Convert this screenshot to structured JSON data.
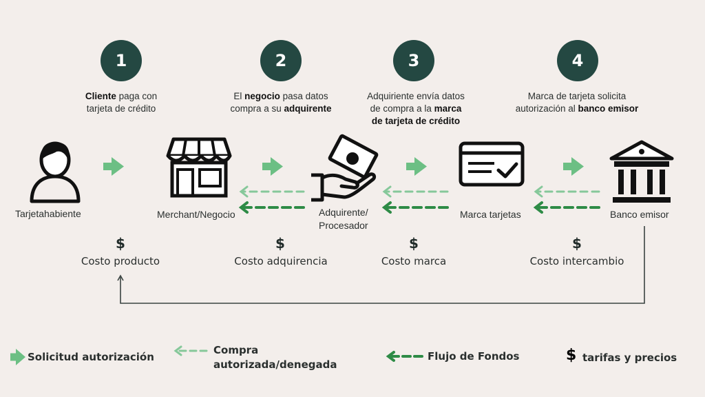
{
  "steps": [
    {
      "number": "1",
      "parts": [
        {
          "text": "Cliente",
          "bold": true
        },
        {
          "text": " paga con",
          "bold": false
        },
        {
          "br": true
        },
        {
          "text": "tarjeta de crédito",
          "bold": false
        }
      ]
    },
    {
      "number": "2",
      "parts": [
        {
          "text": "El ",
          "bold": false
        },
        {
          "text": "negocio",
          "bold": true
        },
        {
          "text": " pasa datos",
          "bold": false
        },
        {
          "br": true
        },
        {
          "text": "compra a su ",
          "bold": false
        },
        {
          "text": "adquirente",
          "bold": true
        }
      ]
    },
    {
      "number": "3",
      "parts": [
        {
          "text": "Adquiriente envía datos",
          "bold": false
        },
        {
          "br": true
        },
        {
          "text": "de compra a la ",
          "bold": false
        },
        {
          "text": "marca",
          "bold": true
        },
        {
          "br": true
        },
        {
          "text": "de tarjeta de crédito",
          "bold": true
        }
      ]
    },
    {
      "number": "4",
      "parts": [
        {
          "text": "Marca de tarjeta solicita",
          "bold": false
        },
        {
          "br": true
        },
        {
          "text": "autorización al ",
          "bold": false
        },
        {
          "text": "banco emisor",
          "bold": true
        }
      ]
    }
  ],
  "actors": {
    "cardholder": "Tarjetahabiente",
    "merchant": "Merchant/Negocio",
    "acquirer_line1": "Adquirente/",
    "acquirer_line2": "Procesador",
    "brand": "Marca tarjetas",
    "issuer": "Banco emisor"
  },
  "icons": {
    "cardholder": "person-icon",
    "merchant": "storefront-icon",
    "acquirer": "hand-money-icon",
    "brand": "credit-card-check-icon",
    "issuer": "bank-building-icon"
  },
  "costs": [
    {
      "symbol": "$",
      "label": "Costo producto"
    },
    {
      "symbol": "$",
      "label": "Costo adquirencia"
    },
    {
      "symbol": "$",
      "label": "Costo marca"
    },
    {
      "symbol": "$",
      "label": "Costo intercambio"
    }
  ],
  "legend": {
    "authorization_request": "Solicitud autorización",
    "authorized_line1": "Compra",
    "authorized_line2": "autorizada/denegada",
    "funds_flow": "Flujo de Fondos",
    "fee_symbol": "$",
    "fees": "tarifas y precios"
  },
  "colors": {
    "background": "#f3eeeb",
    "step_circle": "#244842",
    "request_arrow": "#6cbf84",
    "authorized_arrow": "#86c89a",
    "funds_arrow": "#2e8b46",
    "return_line": "#3a4341"
  }
}
